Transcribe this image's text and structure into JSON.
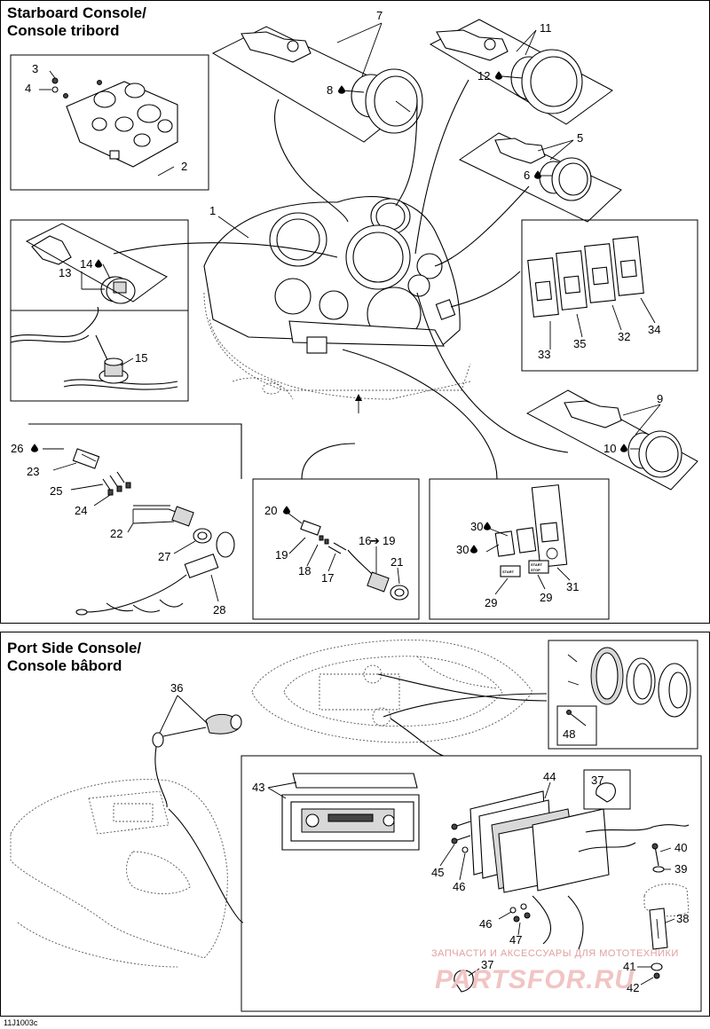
{
  "sections": {
    "starboard": {
      "title_line1": "Starboard Console/",
      "title_line2": "Console tribord"
    },
    "port": {
      "title_line1": "Port Side Console/",
      "title_line2": "Console bâbord"
    }
  },
  "labels": {
    "p1": "1",
    "p2": "2",
    "p3": "3",
    "p4": "4",
    "p5": "5",
    "p6": "6",
    "p7": "7",
    "p8": "8",
    "p9": "9",
    "p10": "10",
    "p11": "11",
    "p12": "12",
    "p13": "13",
    "p14": "14",
    "p15": "15",
    "p16": "16",
    "p16arrow": "➔",
    "p16to": "19",
    "p17": "17",
    "p18": "18",
    "p19": "19",
    "p20": "20",
    "p21": "21",
    "p22": "22",
    "p23": "23",
    "p24": "24",
    "p25": "25",
    "p26": "26",
    "p27": "27",
    "p28": "28",
    "p29a": "29",
    "p29b": "29",
    "p30a": "30",
    "p30b": "30",
    "p31": "31",
    "p32": "32",
    "p33": "33",
    "p34": "34",
    "p35": "35",
    "p36": "36",
    "p37a": "37",
    "p37b": "37",
    "p38": "38",
    "p39": "39",
    "p40": "40",
    "p41": "41",
    "p42": "42",
    "p43": "43",
    "p44": "44",
    "p45": "45",
    "p46a": "46",
    "p46b": "46",
    "p47": "47",
    "p48": "48"
  },
  "switch_text": {
    "start": "START",
    "stop": "STOP"
  },
  "drawing_code": "11J1003c",
  "watermark": {
    "line1": "ЗАПЧАСТИ И АКСЕССУАРЫ ДЛЯ МОТОТЕХНИКИ",
    "line2": "PARTSFOR.RU"
  },
  "colors": {
    "ink": "#000000",
    "paper": "#ffffff",
    "watermark": "#e0a0a0"
  },
  "icons": {
    "droplet": "loctite-droplet-icon",
    "arrow": "right-arrow-icon"
  }
}
